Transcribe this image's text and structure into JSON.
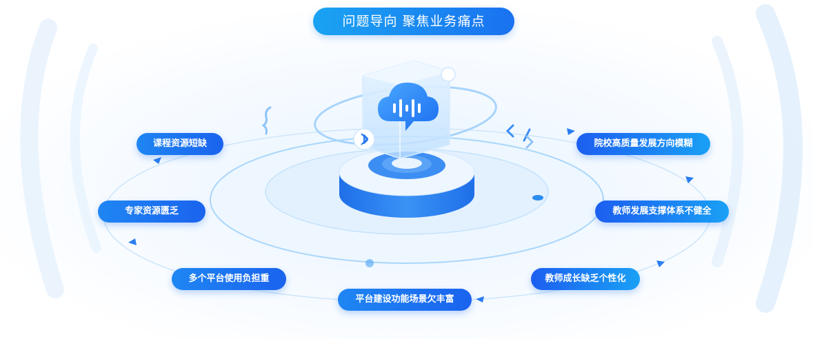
{
  "title": "问题导向 聚焦业务痛点",
  "nodes": [
    {
      "label": "课程资源短缺"
    },
    {
      "label": "专家资源匮乏"
    },
    {
      "label": "多个平台使用负担重"
    },
    {
      "label": "平台建设功能场景欠丰富"
    },
    {
      "label": "教师成长缺乏个性化"
    },
    {
      "label": "教师发展支撑体系不健全"
    },
    {
      "label": "院校高质量发展方向模糊"
    }
  ],
  "colors": {
    "pill_start": "#1f86f3",
    "pill_end": "#1a63ee",
    "ring": "#a9d6fb",
    "platform_top": "#e9f4ff",
    "platform_side": "#2a7cf0",
    "cube": "#cfe8ff",
    "cloud": "#2b8cf2"
  },
  "icons": [
    "cloud-audio-icon",
    "code-brackets-icon",
    "bracket-icon",
    "bluetooth-icon"
  ]
}
